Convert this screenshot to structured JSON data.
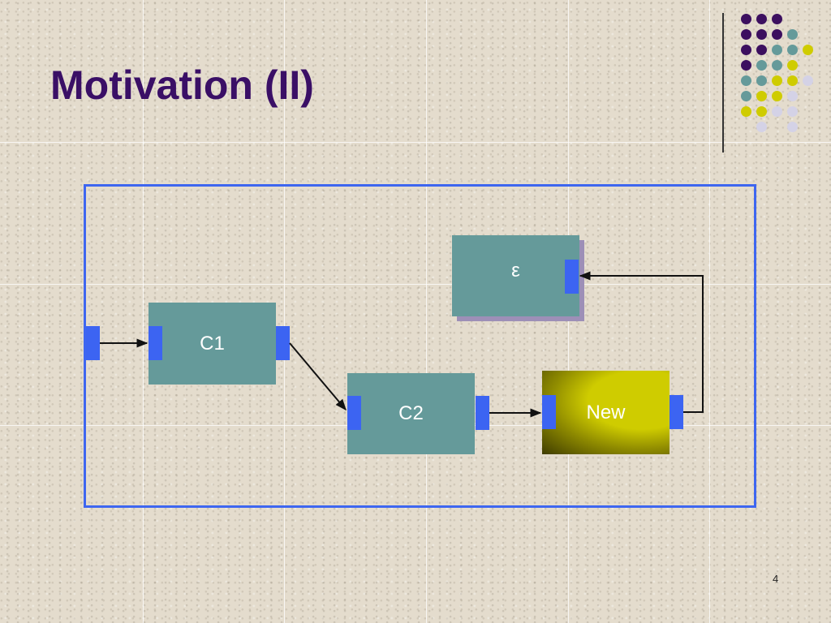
{
  "slide": {
    "title": "Motivation (II)",
    "page_number": "4"
  },
  "diagram": {
    "components": [
      {
        "id": "c1",
        "label": "C1"
      },
      {
        "id": "c2",
        "label": "C2"
      },
      {
        "id": "new",
        "label": "New"
      },
      {
        "id": "epsilon",
        "label": "ε"
      }
    ]
  },
  "colors": {
    "title": "#3a0f66",
    "frame": "#3e66f0",
    "box": "#659a9a",
    "port": "#3c64f2",
    "new_box": "#cfcc00",
    "dot_purple": "#3c0f5f",
    "dot_teal": "#659a9a",
    "dot_yellow": "#cfcc00",
    "dot_lavender": "#d4d2e6"
  }
}
